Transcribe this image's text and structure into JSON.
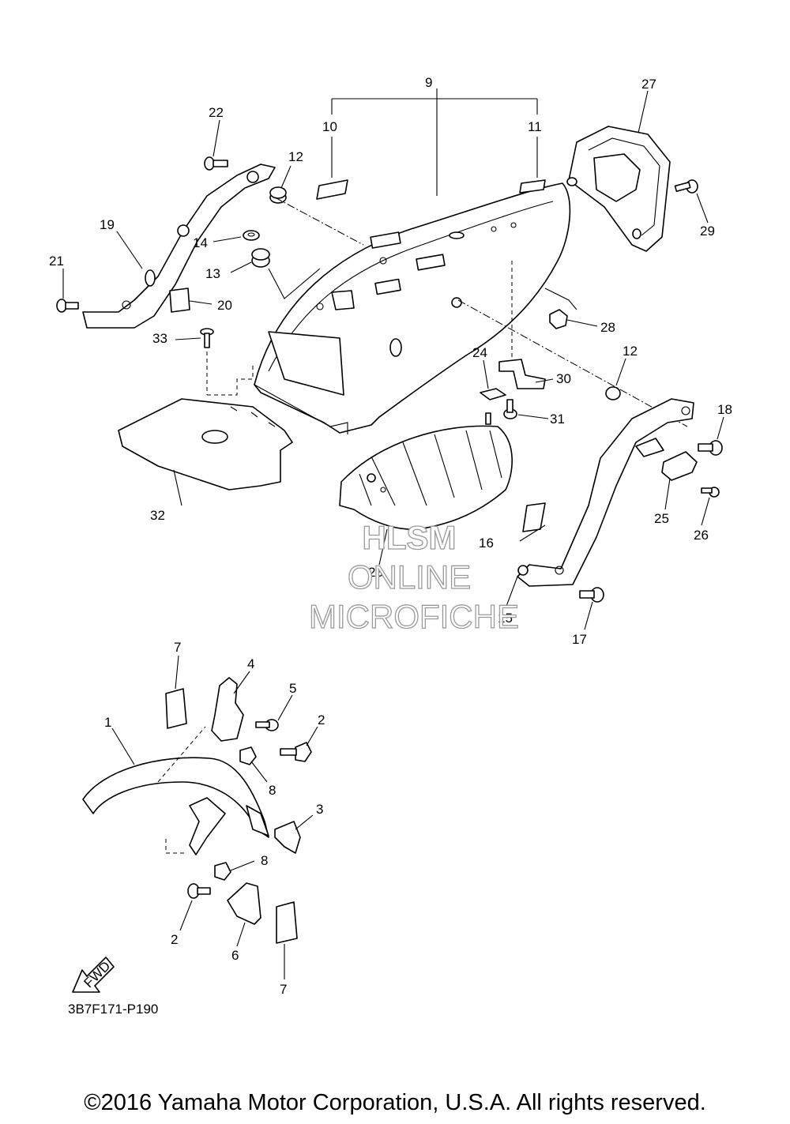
{
  "diagram": {
    "code": "3B7F171-P190",
    "fwd_label": "FWD",
    "callouts": [
      "1",
      "2",
      "3",
      "4",
      "5",
      "6",
      "7",
      "8",
      "9",
      "10",
      "11",
      "12",
      "13",
      "14",
      "15",
      "16",
      "17",
      "18",
      "19",
      "20",
      "21",
      "22",
      "23",
      "24",
      "25",
      "26",
      "27",
      "28",
      "29",
      "30",
      "31",
      "32",
      "33"
    ]
  },
  "watermark": {
    "line1": "HLSM",
    "line2": "ONLINE",
    "line3": "MICROFICHE"
  },
  "copyright": "©2016 Yamaha Motor Corporation, U.S.A. All rights reserved."
}
